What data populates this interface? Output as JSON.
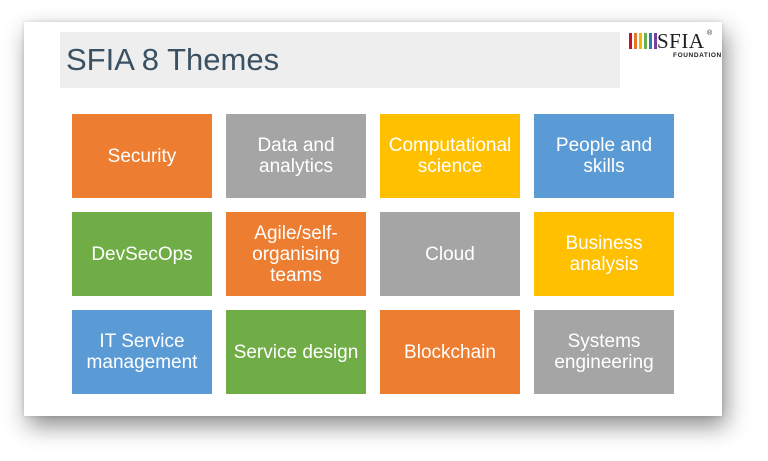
{
  "slide": {
    "title": "SFIA 8 Themes",
    "logo": {
      "word": "SFIA",
      "reg": "®",
      "sub": "FOUNDATION",
      "stripe_colors": [
        "#c8102e",
        "#e87722",
        "#f2b705",
        "#6ab04c",
        "#2a7ab0",
        "#7b3f9e"
      ]
    }
  },
  "colors": {
    "orange": "#ed7d31",
    "gray": "#a5a5a5",
    "gold": "#ffc000",
    "blue": "#5b9bd5",
    "green": "#70ad47"
  },
  "tiles": [
    {
      "label": "Security",
      "color": "#ed7d31"
    },
    {
      "label": "Data and analytics",
      "color": "#a5a5a5"
    },
    {
      "label": "Computational science",
      "color": "#ffc000"
    },
    {
      "label": "People and skills",
      "color": "#5b9bd5"
    },
    {
      "label": "DevSecOps",
      "color": "#70ad47"
    },
    {
      "label": "Agile/self-organising teams",
      "color": "#ed7d31"
    },
    {
      "label": "Cloud",
      "color": "#a5a5a5"
    },
    {
      "label": "Business analysis",
      "color": "#ffc000"
    },
    {
      "label": "IT Service management",
      "color": "#5b9bd5"
    },
    {
      "label": "Service design",
      "color": "#70ad47"
    },
    {
      "label": "Blockchain",
      "color": "#ed7d31"
    },
    {
      "label": "Systems engineering",
      "color": "#a5a5a5"
    }
  ]
}
